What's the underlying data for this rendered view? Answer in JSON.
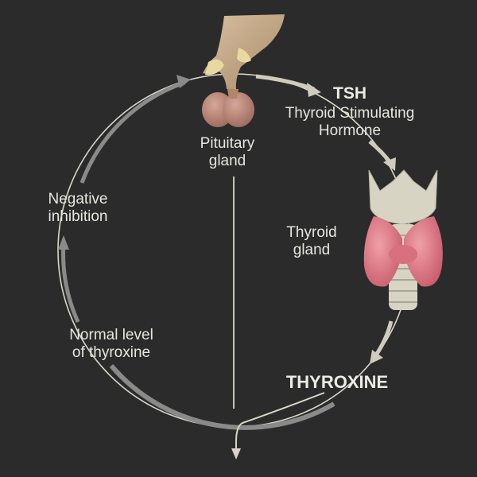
{
  "labels": {
    "pituitary": [
      "Pituitary",
      "gland"
    ],
    "tsh_title": "TSH",
    "tsh_desc": [
      "Thyroid Stimulating",
      "Hormone"
    ],
    "thyroid": [
      "Thyroid",
      "gland"
    ],
    "thyroxine": "THYROXINE",
    "normal": [
      "Normal level",
      "of thyroxine"
    ],
    "negative": [
      "Negative",
      "inhibition"
    ]
  },
  "colors": {
    "background": "#2b2b2b",
    "text": "#e6e6e0",
    "cycle_line": "#d9d6c8",
    "arrow_grey": "#8a8a8a",
    "arrow_light": "#cfcbbd",
    "pituitary_stalk": "#c9ad8b",
    "pituitary_body": "#b98a7a",
    "thyroid_tissue": "#e07a86",
    "cartilage": "#d8d4c4"
  },
  "icons": [
    "pituitary-gland-icon",
    "thyroid-gland-icon"
  ]
}
